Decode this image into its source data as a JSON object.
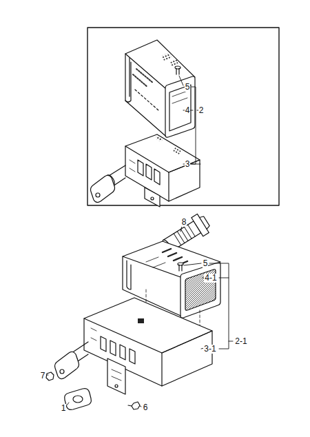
{
  "diagram": {
    "labels": [
      "5",
      "4",
      "2",
      "3",
      "8",
      "5",
      "4-1",
      "2-1",
      "3-1",
      "7",
      "1",
      "6"
    ]
  }
}
